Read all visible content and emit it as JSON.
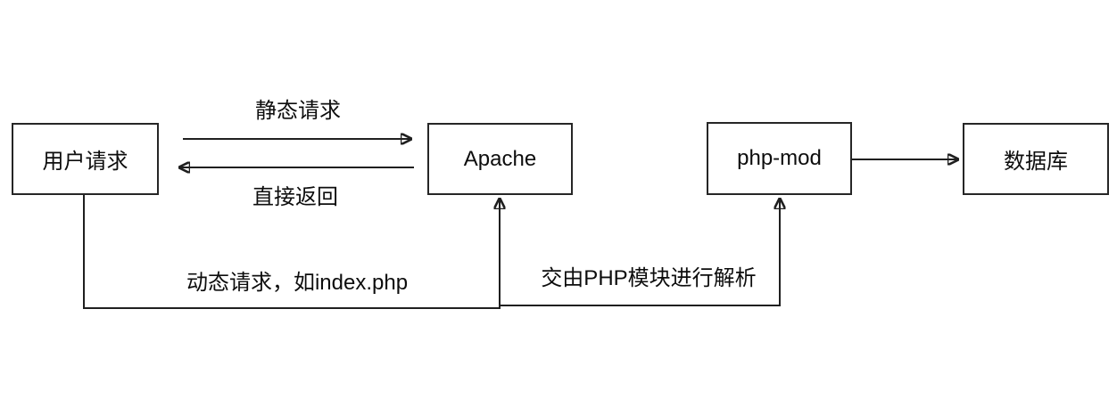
{
  "diagram": {
    "title": "Apache PHP request flow diagram",
    "colors": {
      "background": "#ffffff",
      "line": "#1f1f1f",
      "box_border": "#262626",
      "text": "#0d0d0d"
    },
    "nodes": [
      {
        "id": "user-request",
        "label": "用户请求"
      },
      {
        "id": "apache",
        "label": "Apache"
      },
      {
        "id": "php-mod",
        "label": "php-mod"
      },
      {
        "id": "database",
        "label": "数据库"
      }
    ],
    "edges": [
      {
        "from": "user-request",
        "to": "apache",
        "label": "静态请求"
      },
      {
        "from": "apache",
        "to": "user-request",
        "label": "直接返回"
      },
      {
        "from": "user-request",
        "to": "apache",
        "label": "动态请求，如index.php"
      },
      {
        "from": "apache",
        "to": "php-mod",
        "label": "交由PHP模块进行解析"
      },
      {
        "from": "php-mod",
        "to": "database",
        "label": ""
      }
    ]
  }
}
